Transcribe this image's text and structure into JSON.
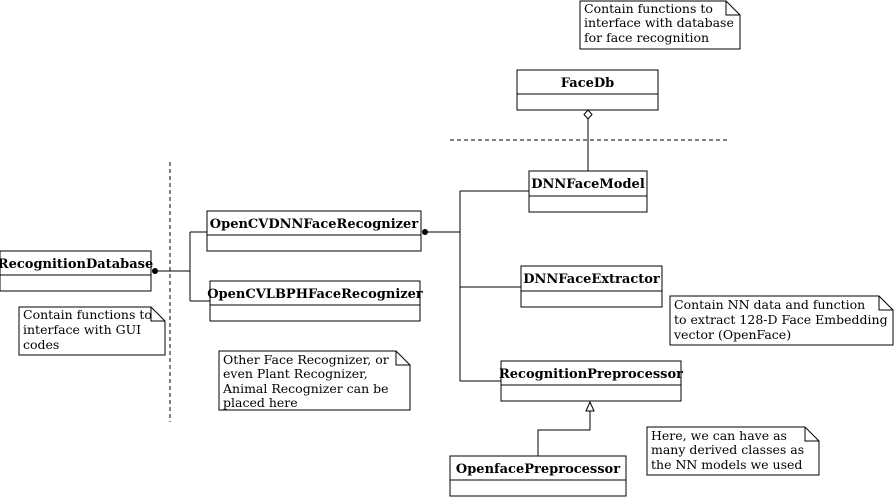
{
  "classes": {
    "face_db": "FaceDb",
    "dnn_face_model": "DNNFaceModel",
    "opencv_dnn_recognizer": "OpenCVDNNFaceRecognizer",
    "recognition_database": "RecognitionDatabase",
    "opencv_lbph_recognizer": "OpenCVLBPHFaceRecognizer",
    "dnn_face_extractor": "DNNFaceExtractor",
    "recognition_preprocessor": "RecognitionPreprocessor",
    "openface_preprocessor": "OpenfacePreprocessor"
  },
  "notes": {
    "database_note": [
      "Contain functions to",
      "interface with database",
      "for face recognition"
    ],
    "gui_note": [
      "Contain functions to",
      "interface with GUI",
      "codes"
    ],
    "other_recognizer_note": [
      "Other Face Recognizer, or",
      "even Plant Recognizer,",
      "Animal Recognizer can be",
      "placed here"
    ],
    "nn_data_note": [
      "Contain NN data and function",
      "to extract 128-D Face Embedding",
      "vector (OpenFace)"
    ],
    "derived_note": [
      "Here, we can have as",
      "many derived classes as",
      "the NN models we used"
    ]
  }
}
